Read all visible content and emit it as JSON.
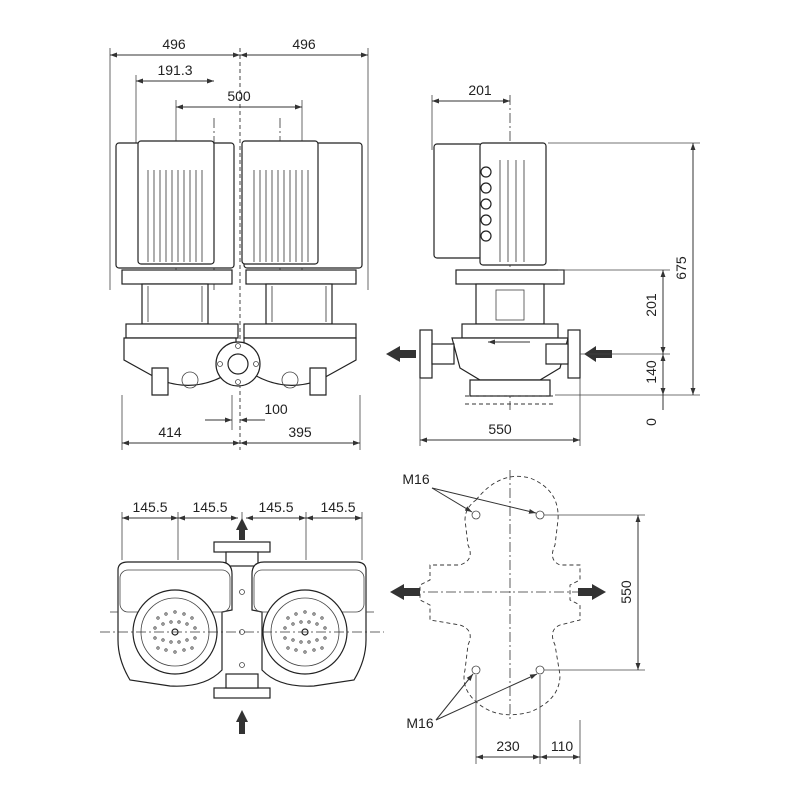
{
  "dimensions": {
    "front_width_left": "496",
    "front_width_right": "496",
    "front_offset": "191.3",
    "front_center_distance": "500",
    "front_base_left": "414",
    "front_base_right": "395",
    "front_port_offset": "100",
    "side_top_offset": "201",
    "side_total_height": "675",
    "side_middle_height": "201",
    "side_port_height": "140",
    "side_base_zero": "0",
    "side_port_distance": "550",
    "top_spacing_1": "145.5",
    "top_spacing_2": "145.5",
    "top_spacing_3": "145.5",
    "top_spacing_4": "145.5",
    "base_bolt_top": "M16",
    "base_bolt_bottom": "M16",
    "base_height": "550",
    "base_width_230": "230",
    "base_width_110": "110"
  }
}
